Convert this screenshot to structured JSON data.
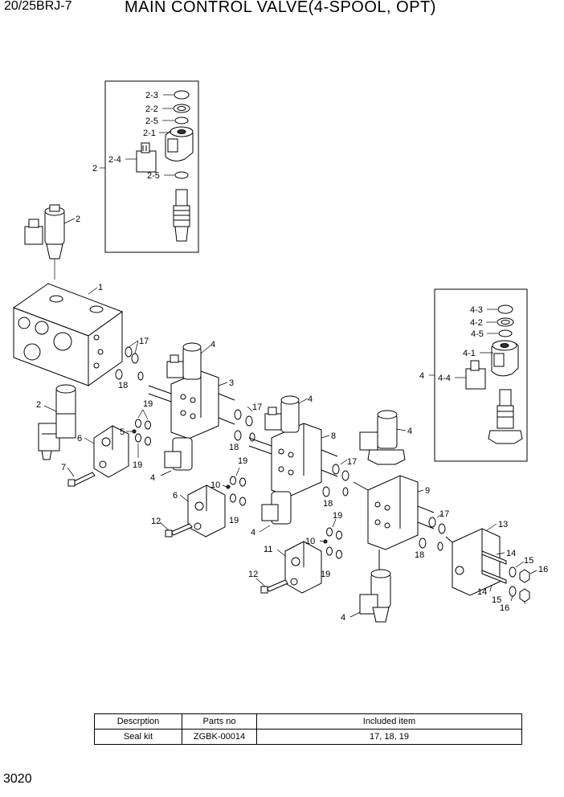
{
  "header": {
    "model": "20/25BRJ-7",
    "title": "MAIN CONTROL VALVE(4-SPOOL, OPT)"
  },
  "footer": {
    "page_number": "3020"
  },
  "callouts": {
    "c1": "1",
    "c2a": "2",
    "c2b": "2",
    "c2c": "2",
    "c2_1": "2-1",
    "c2_2": "2-2",
    "c2_3": "2-3",
    "c2_4": "2-4",
    "c2_5a": "2-5",
    "c2_5b": "2-5",
    "c3": "3",
    "c4a": "4",
    "c4b": "4",
    "c4c": "4",
    "c4d": "4",
    "c4e": "4",
    "c4f": "4",
    "c4g": "4",
    "c4_1": "4-1",
    "c4_2": "4-2",
    "c4_3": "4-3",
    "c4_4": "4-4",
    "c4_5": "4-5",
    "c5": "5",
    "c6a": "6",
    "c6b": "6",
    "c7": "7",
    "c8": "8",
    "c9": "9",
    "c10a": "10",
    "c10b": "10",
    "c11": "11",
    "c12a": "12",
    "c12b": "12",
    "c13": "13",
    "c14a": "14",
    "c14b": "14",
    "c15a": "15",
    "c15b": "15",
    "c16a": "16",
    "c16b": "16",
    "c17a": "17",
    "c17b": "17",
    "c17c": "17",
    "c17d": "17",
    "c18a": "18",
    "c18b": "18",
    "c18c": "18",
    "c18d": "18",
    "c19a": "19",
    "c19b": "19",
    "c19c": "19",
    "c19d": "19",
    "c19e": "19",
    "c19f": "19"
  },
  "seal_table": {
    "headers": [
      "Descrption",
      "Parts no",
      "Included item"
    ],
    "rows": [
      [
        "Seal kit",
        "ZGBK-00014",
        "17, 18, 19"
      ]
    ]
  }
}
